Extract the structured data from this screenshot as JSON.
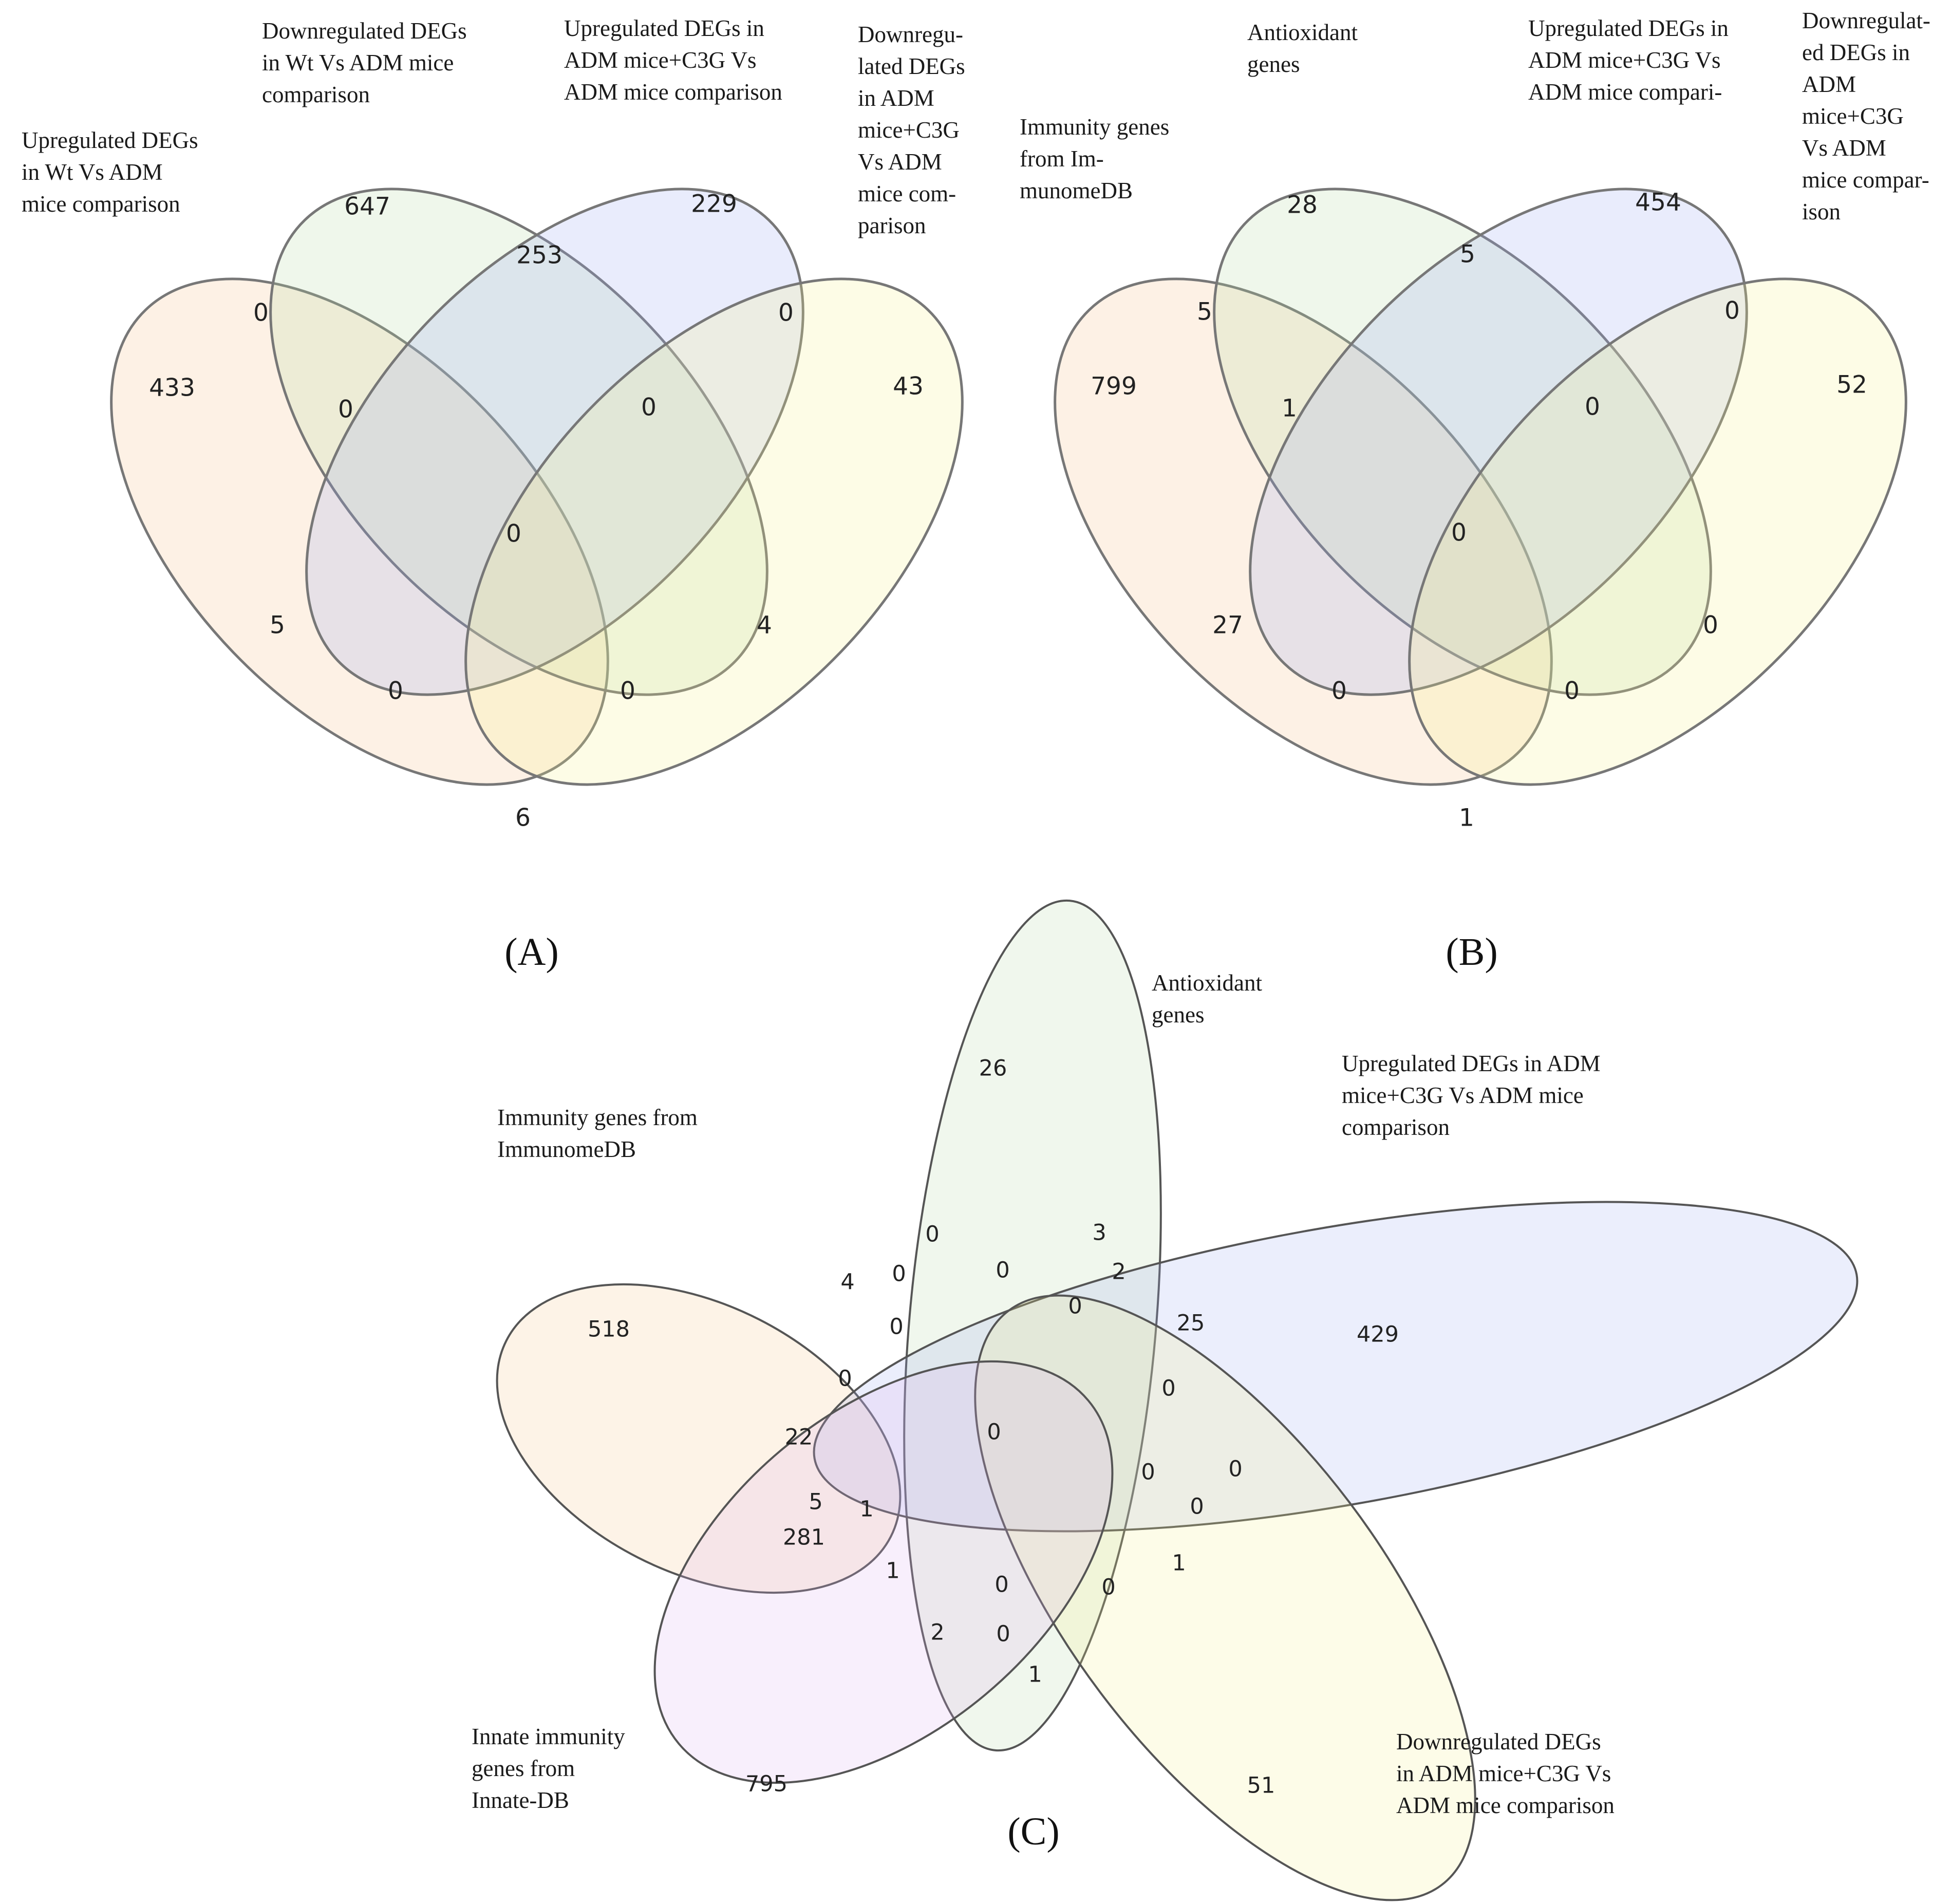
{
  "panels": {
    "A": {
      "label": "(A)",
      "colors": [
        "#f7c188",
        "#b6d9a4",
        "#99aaf0",
        "#f4f08c"
      ],
      "sets": [
        {
          "lines": [
            "Upregulated DEGs",
            "in Wt Vs ADM",
            "mice comparison"
          ]
        },
        {
          "lines": [
            "Downregulated DEGs",
            "in Wt Vs ADM mice",
            "comparison"
          ]
        },
        {
          "lines": [
            "Upregulated DEGs in",
            "ADM mice+C3G Vs",
            "ADM mice comparison"
          ]
        },
        {
          "lines": [
            "Downregu-",
            "lated DEGs",
            "in ADM",
            "mice+C3G",
            "Vs ADM",
            "mice com-",
            "parison"
          ]
        }
      ],
      "regions": [
        "433",
        "647",
        "229",
        "43",
        "0",
        "253",
        "0",
        "0",
        "0",
        "0",
        "5",
        "4",
        "0",
        "0",
        "6"
      ]
    },
    "B": {
      "label": "(B)",
      "colors": [
        "#f7c188",
        "#b6d9a4",
        "#99aaf0",
        "#f4f08c"
      ],
      "sets": [
        {
          "lines": [
            "Immunity genes",
            "from Im-",
            "munomeDB"
          ]
        },
        {
          "lines": [
            "Antioxidant",
            "genes"
          ]
        },
        {
          "lines": [
            "Upregulated DEGs in",
            "ADM mice+C3G Vs",
            "ADM mice compari-"
          ]
        },
        {
          "lines": [
            "Downregulat-",
            "ed DEGs in",
            "ADM",
            "mice+C3G",
            "Vs ADM",
            "mice compar-",
            "ison"
          ]
        }
      ],
      "regions": [
        "799",
        "28",
        "454",
        "52",
        "5",
        "5",
        "0",
        "1",
        "0",
        "0",
        "27",
        "0",
        "0",
        "0",
        "1"
      ]
    },
    "C": {
      "label": "(C)",
      "colors": [
        "#f7c188",
        "#b6d9a4",
        "#99aaf0",
        "#f4f08c",
        "#dcb0f0"
      ],
      "sets": [
        {
          "lines": [
            "Immunity genes from",
            "ImmunomeDB"
          ]
        },
        {
          "lines": [
            "Antioxidant",
            "genes"
          ]
        },
        {
          "lines": [
            "Upregulated DEGs in ADM",
            "mice+C3G Vs ADM mice",
            "comparison"
          ]
        },
        {
          "lines": [
            "Downregulated DEGs",
            "in ADM mice+C3G Vs",
            "ADM mice  comparison"
          ]
        },
        {
          "lines": [
            "Innate immunity",
            "genes from",
            "Innate-DB"
          ]
        }
      ],
      "regions": [
        "518",
        "26",
        "429",
        "51",
        "795",
        "4",
        "0",
        "0",
        "3",
        "0",
        "2",
        "0",
        "25",
        "0",
        "0",
        "0",
        "0",
        "0",
        "22",
        "5",
        "1",
        "281",
        "1",
        "0",
        "0",
        "1",
        "2",
        "0",
        "1",
        "0",
        "0"
      ]
    }
  }
}
